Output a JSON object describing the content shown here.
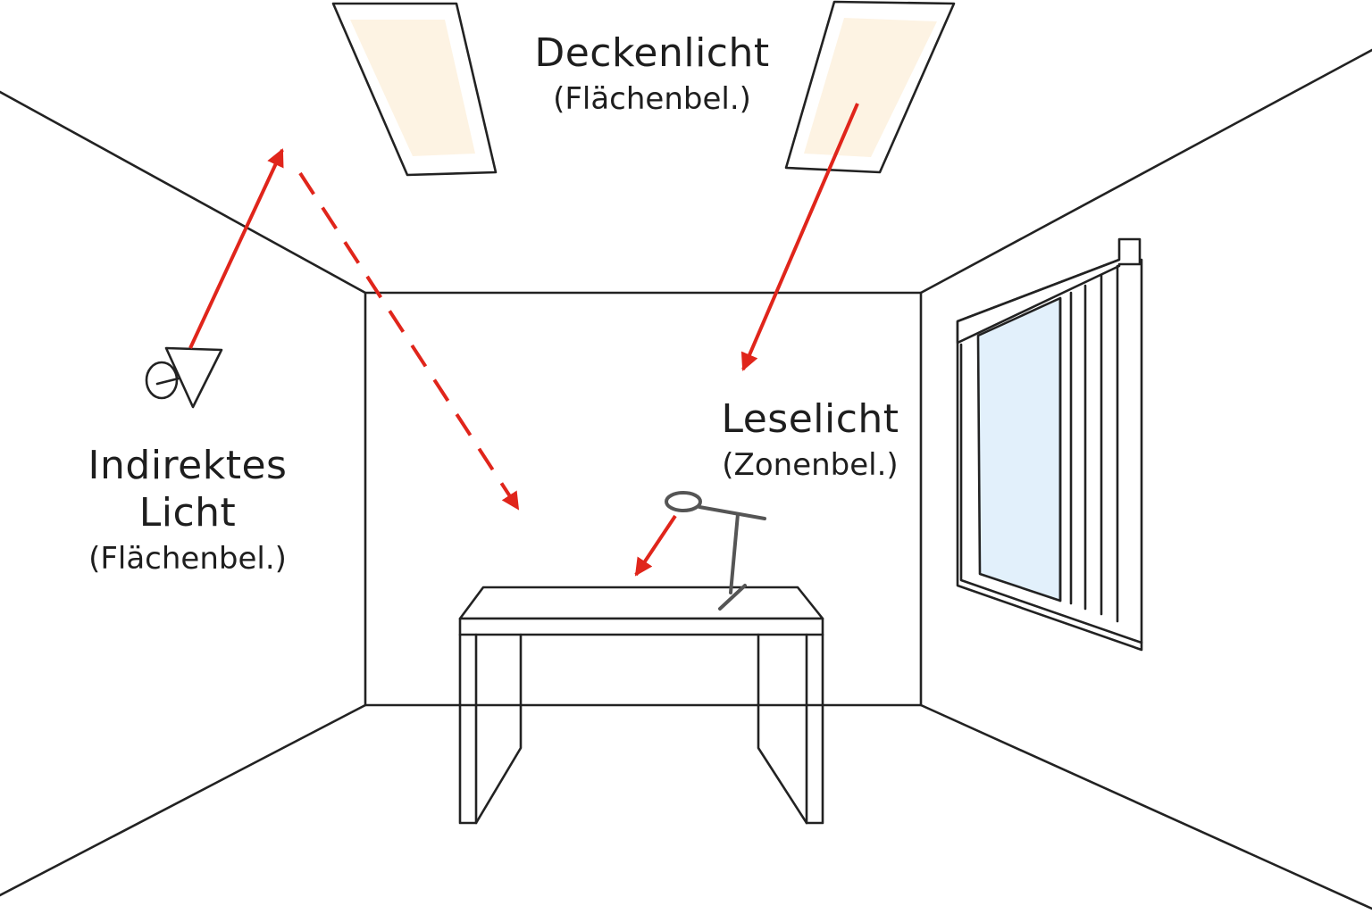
{
  "labels": {
    "ceiling_light": {
      "title": "Deckenlicht",
      "subtitle": "(Flächenbel.)"
    },
    "reading_light": {
      "title": "Leselicht",
      "subtitle": "(Zonenbel.)"
    },
    "indirect_light": {
      "title_line1": "Indirektes",
      "title_line2": "Licht",
      "subtitle": "(Flächenbel.)"
    }
  },
  "colors": {
    "line": "#222222",
    "arrow": "#e0251b",
    "ceiling_panel_glow": "#fdf3e3",
    "window_glass": "#e2f0fb",
    "lamp": "#555555",
    "background": "#ffffff"
  }
}
